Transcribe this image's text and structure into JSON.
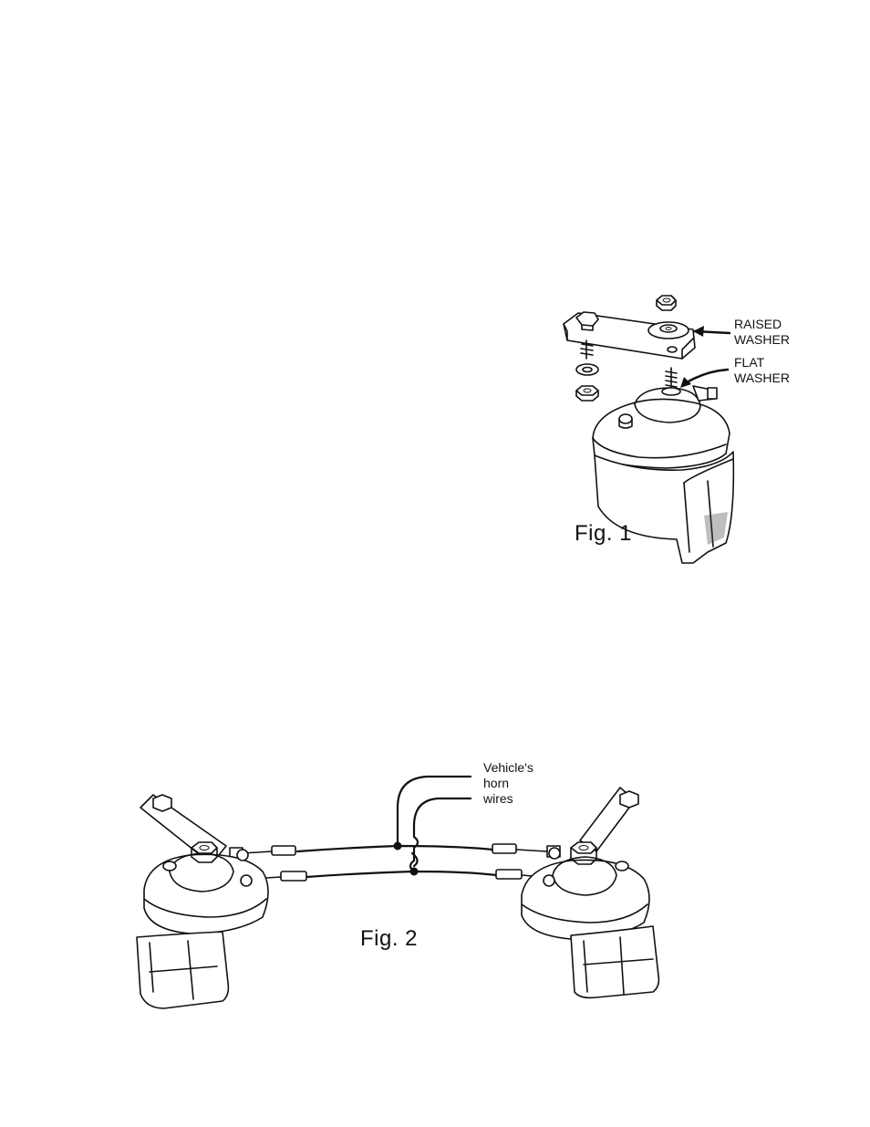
{
  "figure1": {
    "caption": "Fig. 1",
    "labels": {
      "raised_washer": "RAISED\nWASHER",
      "flat_washer": "FLAT\nWASHER"
    }
  },
  "figure2": {
    "caption": "Fig. 2",
    "labels": {
      "horn_wires": "Vehicle's\nhorn\nwires"
    }
  }
}
